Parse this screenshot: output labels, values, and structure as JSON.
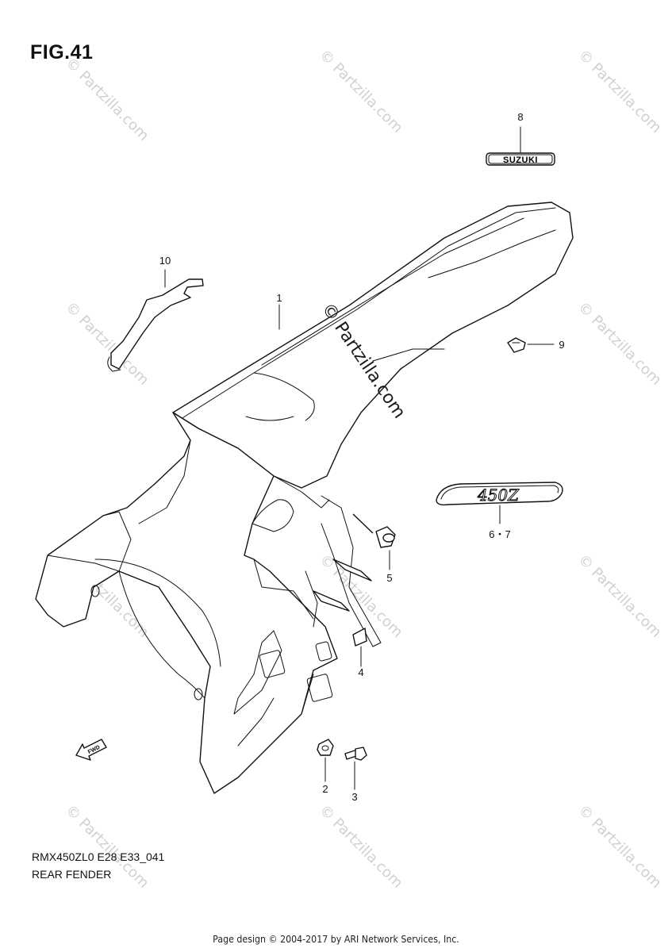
{
  "figure": {
    "title": "FIG.41"
  },
  "model_code": "RMX450ZL0 E28 E33_041",
  "section_title": "REAR FENDER",
  "footer": "Page design © 2004-2017 by ARI Network Services, Inc.",
  "watermark": {
    "text": "© Partzilla.com"
  },
  "fwd_label": "FWD",
  "decal_brand": "SUZUKI",
  "decal_model": "450Z",
  "callouts": {
    "c1": "1",
    "c2": "2",
    "c3": "3",
    "c4": "4",
    "c5": "5",
    "c67": "6・7",
    "c8": "8",
    "c9": "9",
    "c10": "10"
  }
}
